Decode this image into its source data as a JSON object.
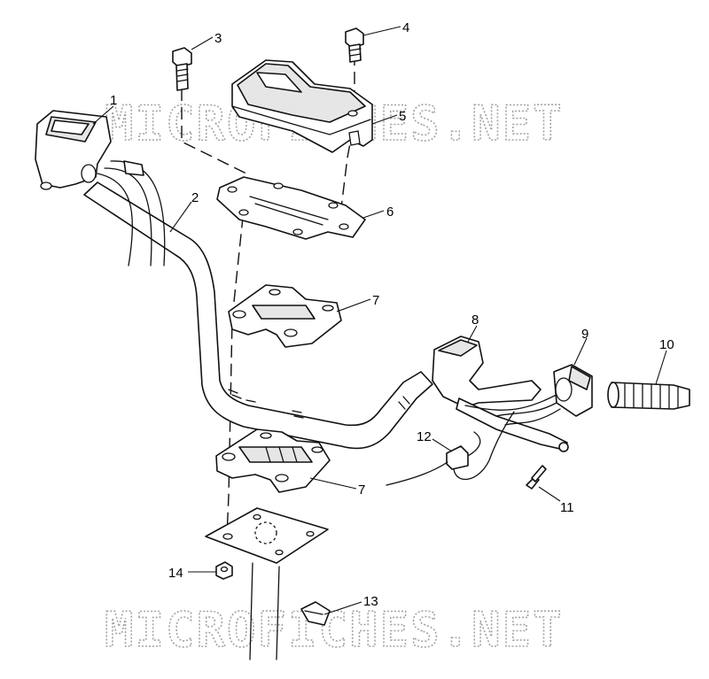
{
  "watermark_text": "MICROFICHES.NET",
  "callouts": [
    "1",
    "2",
    "3",
    "4",
    "5",
    "6",
    "7",
    "7",
    "8",
    "9",
    "10",
    "11",
    "12",
    "13",
    "14"
  ]
}
